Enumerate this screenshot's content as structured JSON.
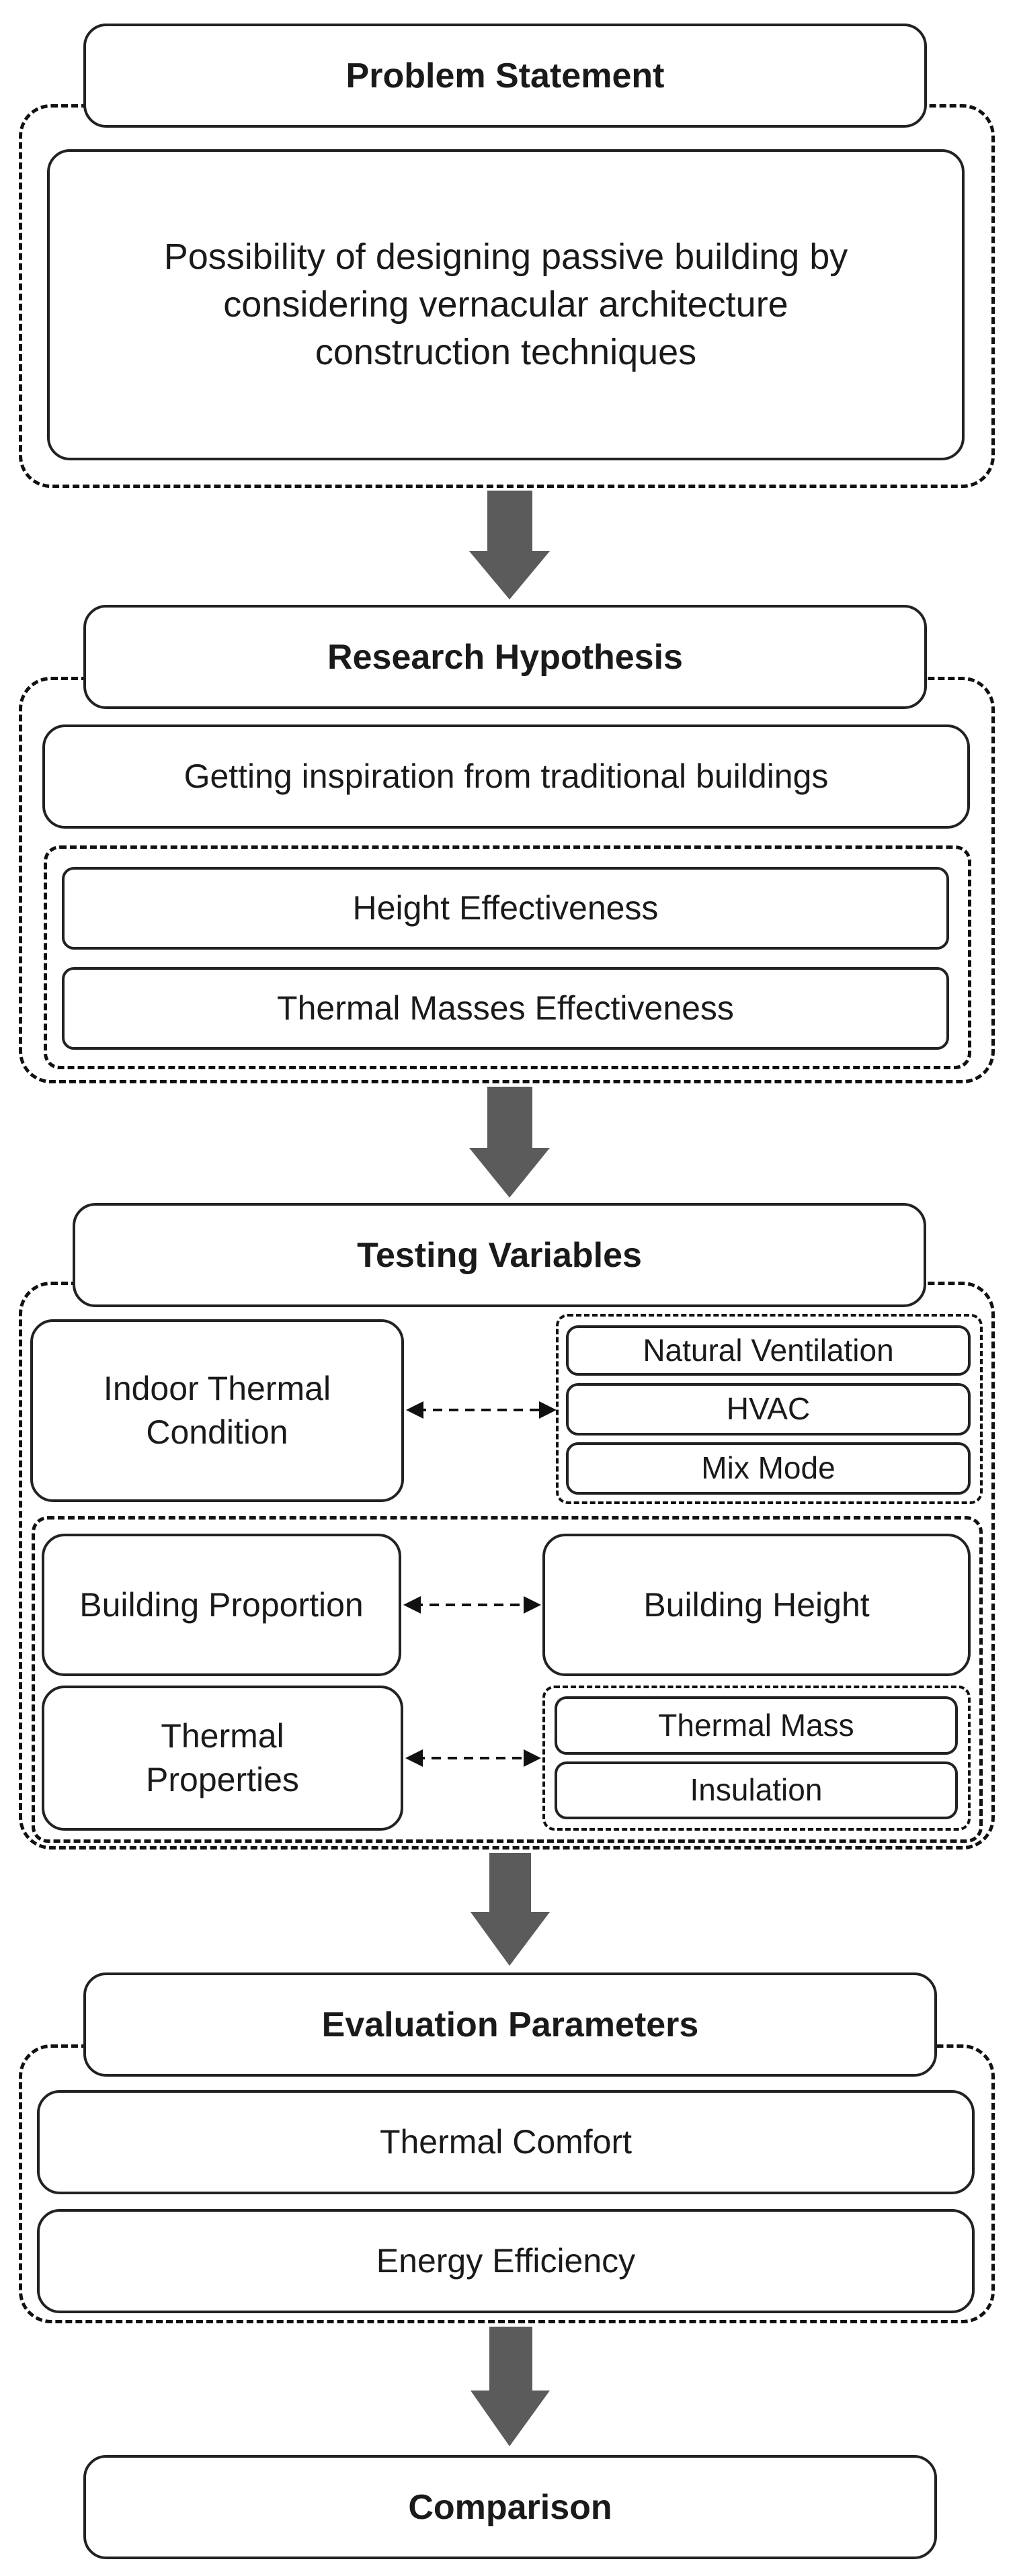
{
  "problem": {
    "title": "Problem Statement",
    "text": "Possibility of designing passive building by considering vernacular architecture construction techniques"
  },
  "hypothesis": {
    "title": "Research Hypothesis",
    "inspiration": "Getting inspiration from traditional buildings",
    "items": [
      "Height Effectiveness",
      "Thermal Masses Effectiveness"
    ]
  },
  "testing": {
    "title": "Testing Variables",
    "indoor": "Indoor Thermal Condition",
    "modes": [
      "Natural Ventilation",
      "HVAC",
      "Mix Mode"
    ],
    "proportion": "Building Proportion",
    "height": "Building Height",
    "properties": "Thermal Properties",
    "props": [
      "Thermal Mass",
      "Insulation"
    ]
  },
  "evaluation": {
    "title": "Evaluation Parameters",
    "items": [
      "Thermal Comfort",
      "Energy Efficiency"
    ]
  },
  "comparison": {
    "title": "Comparison"
  }
}
